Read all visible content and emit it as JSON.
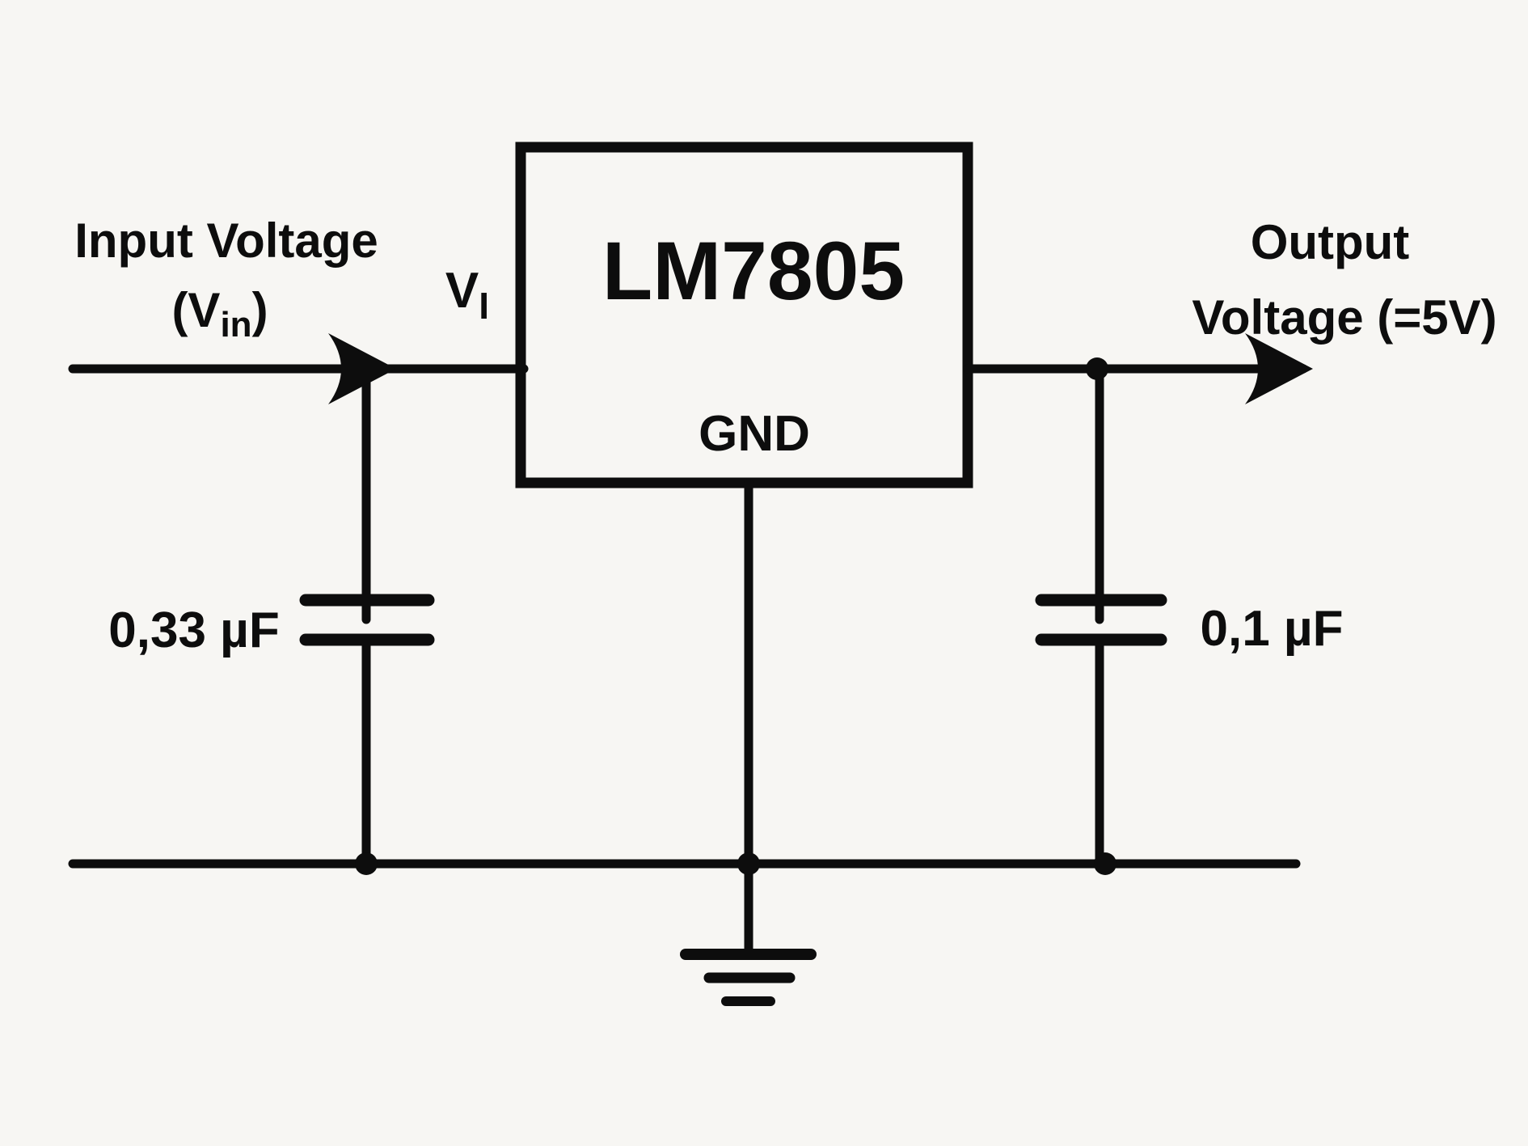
{
  "colors": {
    "background": "#f7f6f3",
    "ink": "#0d0d0d"
  },
  "labels": {
    "input_voltage": {
      "line1": "Input Voltage",
      "line2_open": "(V",
      "line2_sub": "in",
      "line2_close": ")"
    },
    "input_pin": {
      "symbol": "V",
      "subscript": "I"
    },
    "output_voltage": {
      "line1": "Output",
      "line2": "Voltage (=5V)"
    }
  },
  "regulator": {
    "part_number": "LM7805",
    "ground_pin_label": "GND"
  },
  "capacitors": {
    "input_value": "0,33 µF",
    "output_value": "0,1 µF"
  }
}
